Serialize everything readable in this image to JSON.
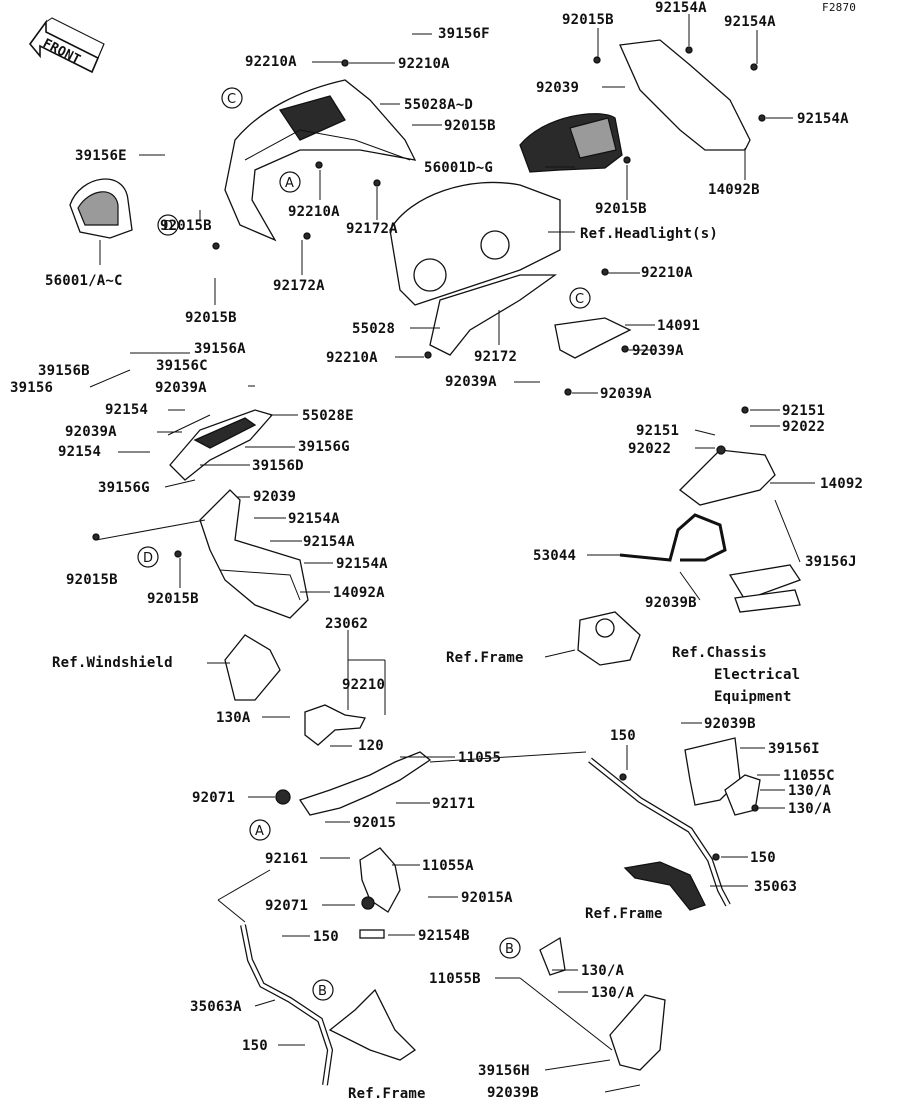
{
  "figure_code": "F2870",
  "front_label": "FRONT",
  "circles": [
    "C",
    "A",
    "D",
    "C",
    "D",
    "A",
    "B",
    "B"
  ],
  "labels": [
    "39156F",
    "92015B",
    "92154A",
    "92154A",
    "92210A",
    "92210A",
    "55028A~D",
    "92015B",
    "92039",
    "92154A",
    "39156E",
    "56001D~G",
    "14092B",
    "92015B",
    "92210A",
    "92172A",
    "92015B",
    "Ref.Headlight(s)",
    "56001/A~C",
    "92172A",
    "92015B",
    "92210A",
    "55028",
    "14091",
    "92210A",
    "92172",
    "92039A",
    "92039A",
    "92039A",
    "39156A",
    "39156B",
    "39156C",
    "39156",
    "92039A",
    "92154",
    "55028E",
    "92039A",
    "39156G",
    "92154",
    "39156D",
    "39156G",
    "92039",
    "92154A",
    "92154A",
    "92015B",
    "92015B",
    "92154A",
    "14092A",
    "92151",
    "92151",
    "92022",
    "92022",
    "14092",
    "53044",
    "39156J",
    "92039B",
    "Ref.Frame",
    "Ref.Chassis",
    "Electrical",
    "Equipment",
    "23062",
    "Ref.Windshield",
    "92210",
    "130A",
    "120",
    "11055",
    "150",
    "92039B",
    "39156I",
    "11055C",
    "130/A",
    "130/A",
    "92071",
    "92171",
    "92015",
    "92161",
    "11055A",
    "150",
    "92071",
    "92015A",
    "35063",
    "Ref.Frame",
    "92154B",
    "150",
    "11055B",
    "130/A",
    "130/A",
    "35063A",
    "150",
    "39156H",
    "92039B",
    "Ref.Frame"
  ]
}
